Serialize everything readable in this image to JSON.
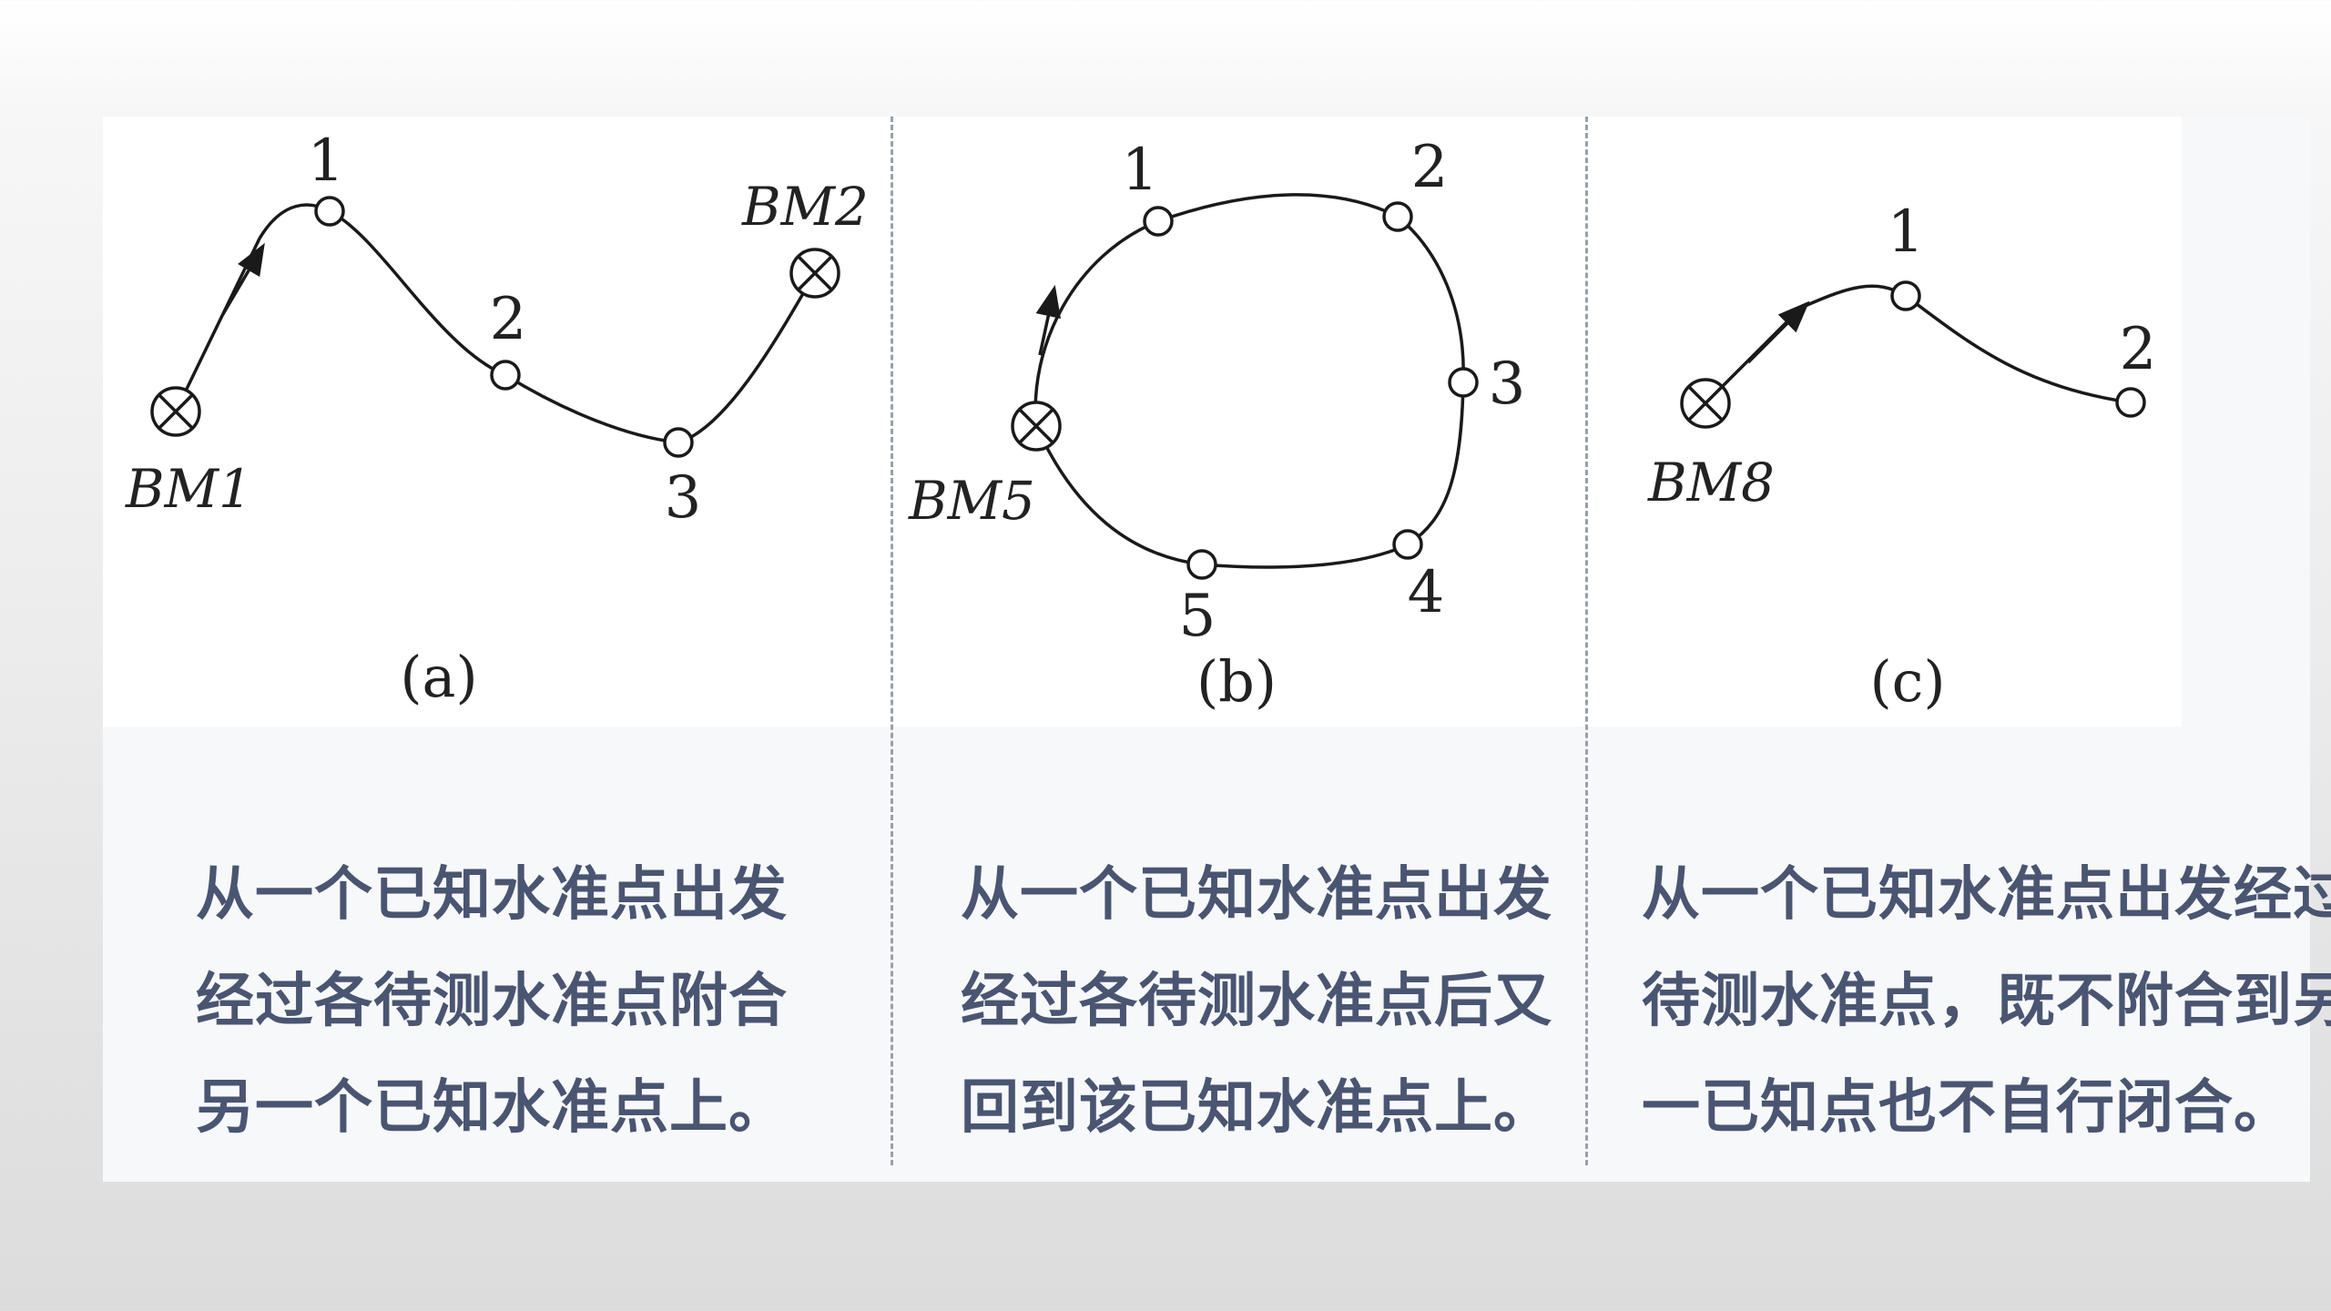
{
  "panels": [
    {
      "id": "a",
      "label": "(a)",
      "start": "BM1",
      "end": "BM2",
      "points": [
        "1",
        "2",
        "3"
      ],
      "caption_lines": [
        "从一个已知水准点出发",
        "经过各待测水准点附合",
        "另一个已知水准点上。"
      ]
    },
    {
      "id": "b",
      "label": "(b)",
      "start": "BM5",
      "points": [
        "1",
        "2",
        "3",
        "4",
        "5"
      ],
      "caption_lines": [
        "从一个已知水准点出发",
        "经过各待测水准点后又",
        "回到该已知水准点上。"
      ]
    },
    {
      "id": "c",
      "label": "(c)",
      "start": "BM8",
      "points": [
        "1",
        "2"
      ],
      "caption_lines": [
        "从一个已知水准点出发经过",
        "待测水准点，既不附合到另",
        "一已知点也不自行闭合。"
      ]
    }
  ],
  "colors": {
    "caption_text": "#4a5572",
    "line": "#1a1a1a",
    "divider": "#9aa0a8"
  }
}
